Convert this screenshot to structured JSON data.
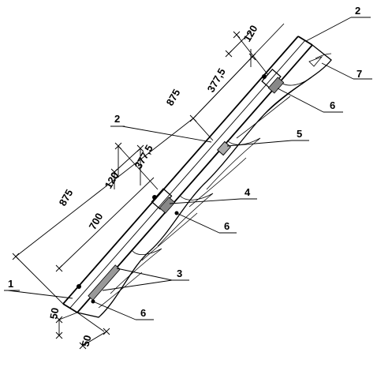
{
  "labels": {
    "l1": "1",
    "l2_top": "2",
    "l2_mid": "2",
    "l3": "3",
    "l4": "4",
    "l5": "5",
    "l6_top": "6",
    "l6_mid": "6",
    "l6_bot": "6",
    "l7": "7"
  },
  "dimensions": {
    "d875_left": "875",
    "d700": "700",
    "d120_left": "120",
    "d377_left": "377,5",
    "d875_right": "875",
    "d377_right": "377,5",
    "d120_right": "120",
    "d50_left": "50",
    "d50_bottom": "50"
  }
}
